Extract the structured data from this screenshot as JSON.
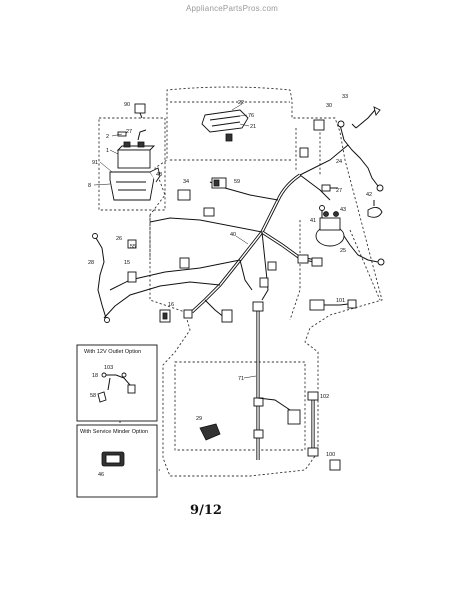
{
  "watermark": "AppliancePartsPros.com",
  "page_number": "9/12",
  "option_boxes": [
    {
      "title": "With 12V Outlet Option",
      "callouts": [
        "103",
        "18",
        "58"
      ]
    },
    {
      "title": "With Service Minder Option",
      "callouts": [
        "46"
      ]
    }
  ],
  "callouts": {
    "c90": "90",
    "c22": "22",
    "c76": "76",
    "c21": "21",
    "c30": "30",
    "c33": "33",
    "c2": "2",
    "c27a": "27",
    "c1": "1",
    "c91": "91",
    "c8": "8",
    "c48": "48",
    "c24": "24",
    "c34": "34",
    "c59": "59",
    "c27b": "27",
    "c42": "42",
    "c26": "26",
    "c40": "40",
    "c41": "41",
    "c43": "43",
    "c55": "55",
    "c28": "28",
    "c15": "15",
    "c25": "25",
    "c16": "16",
    "c101": "101",
    "c71": "71",
    "c102": "102",
    "c29": "29",
    "c100": "100"
  }
}
